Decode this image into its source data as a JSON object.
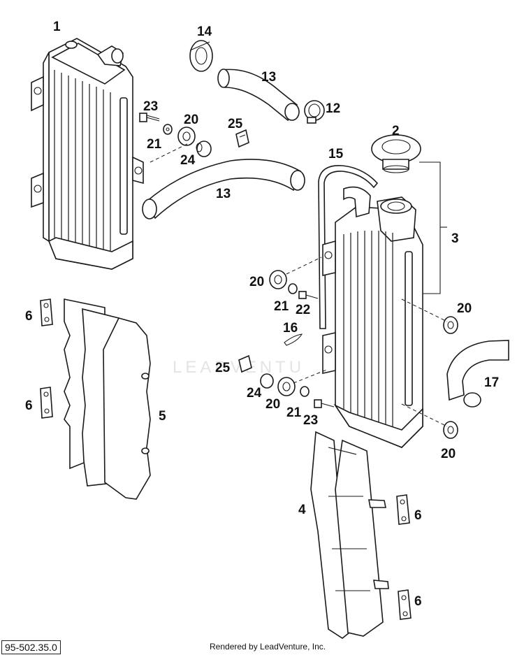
{
  "callouts": {
    "p1": "1",
    "p2": "2",
    "p3": "3",
    "p4": "4",
    "p5": "5",
    "p6a": "6",
    "p6b": "6",
    "p6c": "6",
    "p6d": "6",
    "p12": "12",
    "p13a": "13",
    "p13b": "13",
    "p14": "14",
    "p15": "15",
    "p16": "16",
    "p17": "17",
    "p20a": "20",
    "p20b": "20",
    "p20c": "20",
    "p20d": "20",
    "p20e": "20",
    "p21a": "21",
    "p21b": "21",
    "p21c": "21",
    "p22": "22",
    "p23a": "23",
    "p23b": "23",
    "p24a": "24",
    "p24b": "24",
    "p25a": "25",
    "p25b": "25"
  },
  "footer": {
    "diagram_code": "95-502.35.0",
    "credit": "Rendered by LeadVenture, Inc."
  },
  "watermark": "LEADVENTURE"
}
